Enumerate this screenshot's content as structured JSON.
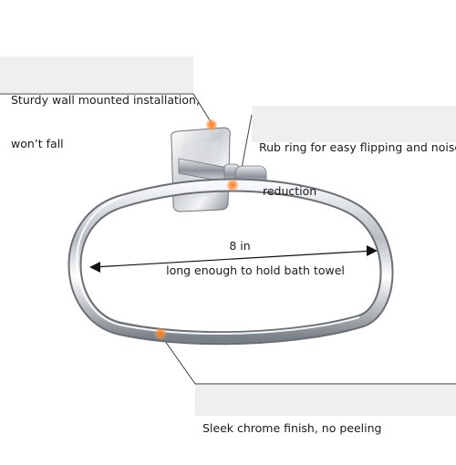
{
  "callouts": {
    "wall": {
      "line1": "Sturdy wall mounted installation,",
      "line2": "won’t fall"
    },
    "rub": {
      "line1": "Rub ring for easy flipping and noise",
      "line2": "reduction"
    },
    "finish": {
      "line1": "Sleek chrome finish, no peeling"
    }
  },
  "dimension": {
    "value": "8 in",
    "note": "long enough to hold bath towel"
  },
  "colors": {
    "accent_dot": "#ff7a1a",
    "leader_line": "#444444",
    "panel_bg": "#efefef",
    "chrome_dark": "#6a6f75",
    "chrome_light": "#f4f6f8"
  }
}
